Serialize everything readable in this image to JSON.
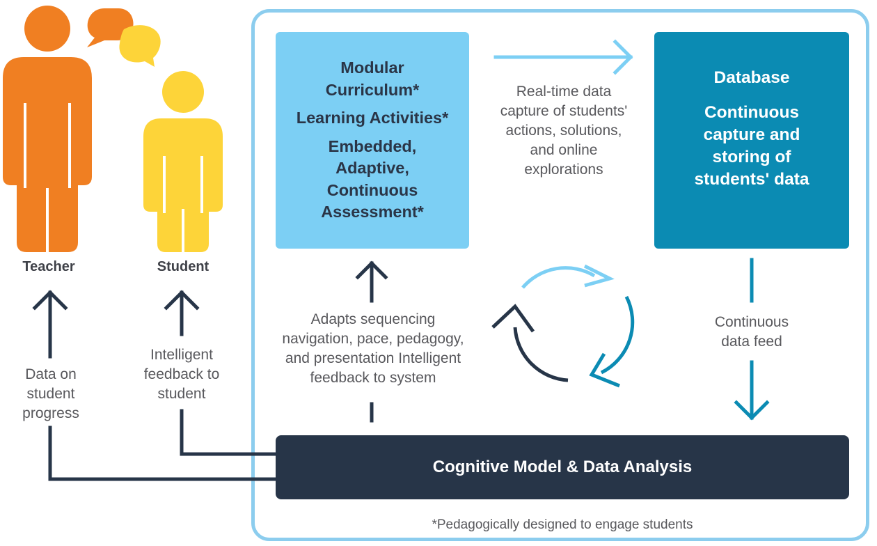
{
  "people": {
    "teacher_label": "Teacher",
    "student_label": "Student",
    "teacher_color": "#f07f22",
    "student_color": "#fdd439"
  },
  "curriculum": {
    "line1": "Modular",
    "line2": "Curriculum*",
    "line3": "Learning Activities*",
    "line4": "Embedded,",
    "line5": "Adaptive,",
    "line6": "Continuous",
    "line7": "Assessment*",
    "color": "#7ccff4"
  },
  "database": {
    "title": "Database",
    "line1": "Continuous",
    "line2": "capture and",
    "line3": "storing of",
    "line4": "students' data",
    "color": "#0b8bb3"
  },
  "cognitive": {
    "label": "Cognitive Model & Data Analysis",
    "color": "#273548"
  },
  "labels": {
    "realtime": [
      "Real-time data",
      "capture of students'",
      "actions, solutions,",
      "and online",
      "explorations"
    ],
    "adapts": [
      "Adapts sequencing",
      "navigation, pace, pedagogy,",
      "and presentation Intelligent",
      "feedback to system"
    ],
    "feed": [
      "Continuous",
      "data feed"
    ],
    "student_feedback": [
      "Intelligent",
      "feedback to",
      "student"
    ],
    "teacher_data": [
      "Data on",
      "student",
      "progress"
    ]
  },
  "footnote": "*Pedagogically designed to engage students",
  "colors": {
    "frame": "#8ccdee",
    "arrow_light": "#7ccff4",
    "arrow_teal": "#0b8bb3",
    "arrow_dark": "#273548",
    "bubble_orange": "#f07f22",
    "bubble_yellow": "#fdd439"
  }
}
